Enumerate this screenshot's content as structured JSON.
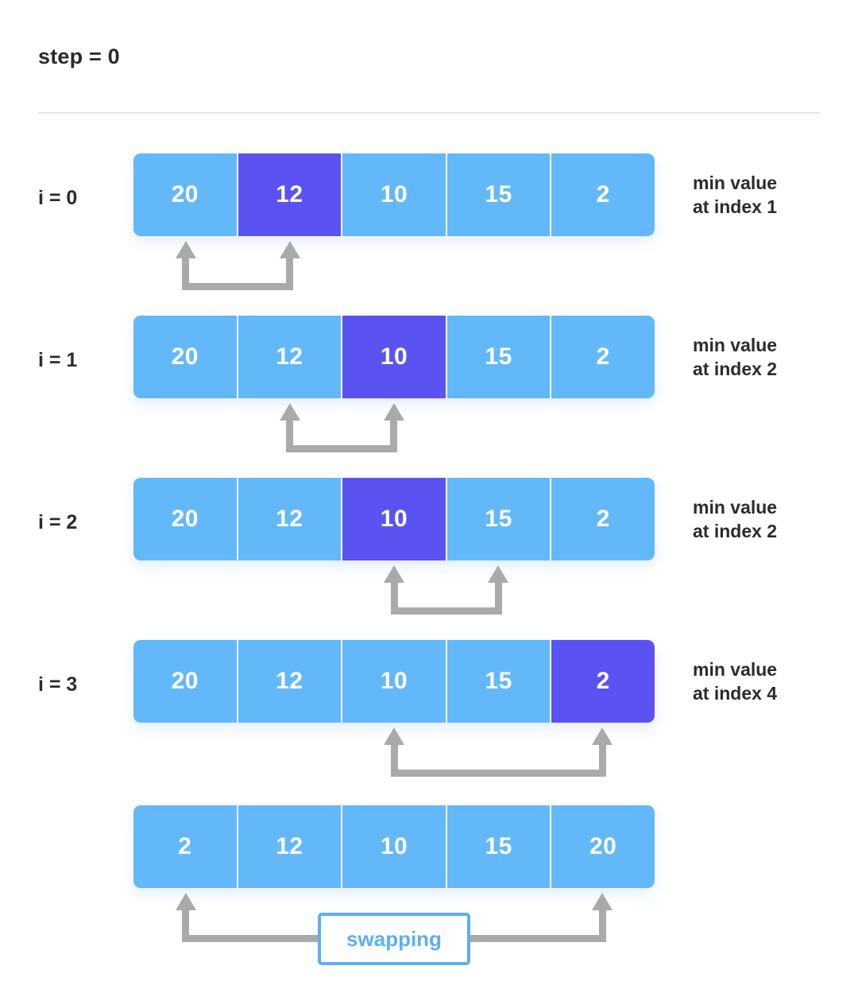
{
  "title": "step = 0",
  "colors": {
    "cell": "#63b8f9",
    "highlight": "#5b52f2",
    "arrow": "#aaaaaa",
    "accent": "#5baef5",
    "text": "#2b2b2b",
    "divider": "#e6e6e8"
  },
  "rows": [
    {
      "label": "i = 0",
      "note_line1": "min value",
      "note_line2": "at index 1",
      "values": [
        "20",
        "12",
        "10",
        "15",
        "2"
      ],
      "highlight_index": 1,
      "arrow_from": 0,
      "arrow_to": 1
    },
    {
      "label": "i = 1",
      "note_line1": "min value",
      "note_line2": "at index 2",
      "values": [
        "20",
        "12",
        "10",
        "15",
        "2"
      ],
      "highlight_index": 2,
      "arrow_from": 1,
      "arrow_to": 2
    },
    {
      "label": "i = 2",
      "note_line1": "min value",
      "note_line2": "at index 2",
      "values": [
        "20",
        "12",
        "10",
        "15",
        "2"
      ],
      "highlight_index": 2,
      "arrow_from": 2,
      "arrow_to": 3
    },
    {
      "label": "i = 3",
      "note_line1": "min value",
      "note_line2": "at index 4",
      "values": [
        "20",
        "12",
        "10",
        "15",
        "2"
      ],
      "highlight_index": 4,
      "arrow_from": 2,
      "arrow_to": 4
    }
  ],
  "result_row": {
    "label": "",
    "values": [
      "2",
      "12",
      "10",
      "15",
      "20"
    ],
    "highlight_index": -1,
    "arrow_from": 0,
    "arrow_to": 4,
    "swap_label": "swapping"
  }
}
